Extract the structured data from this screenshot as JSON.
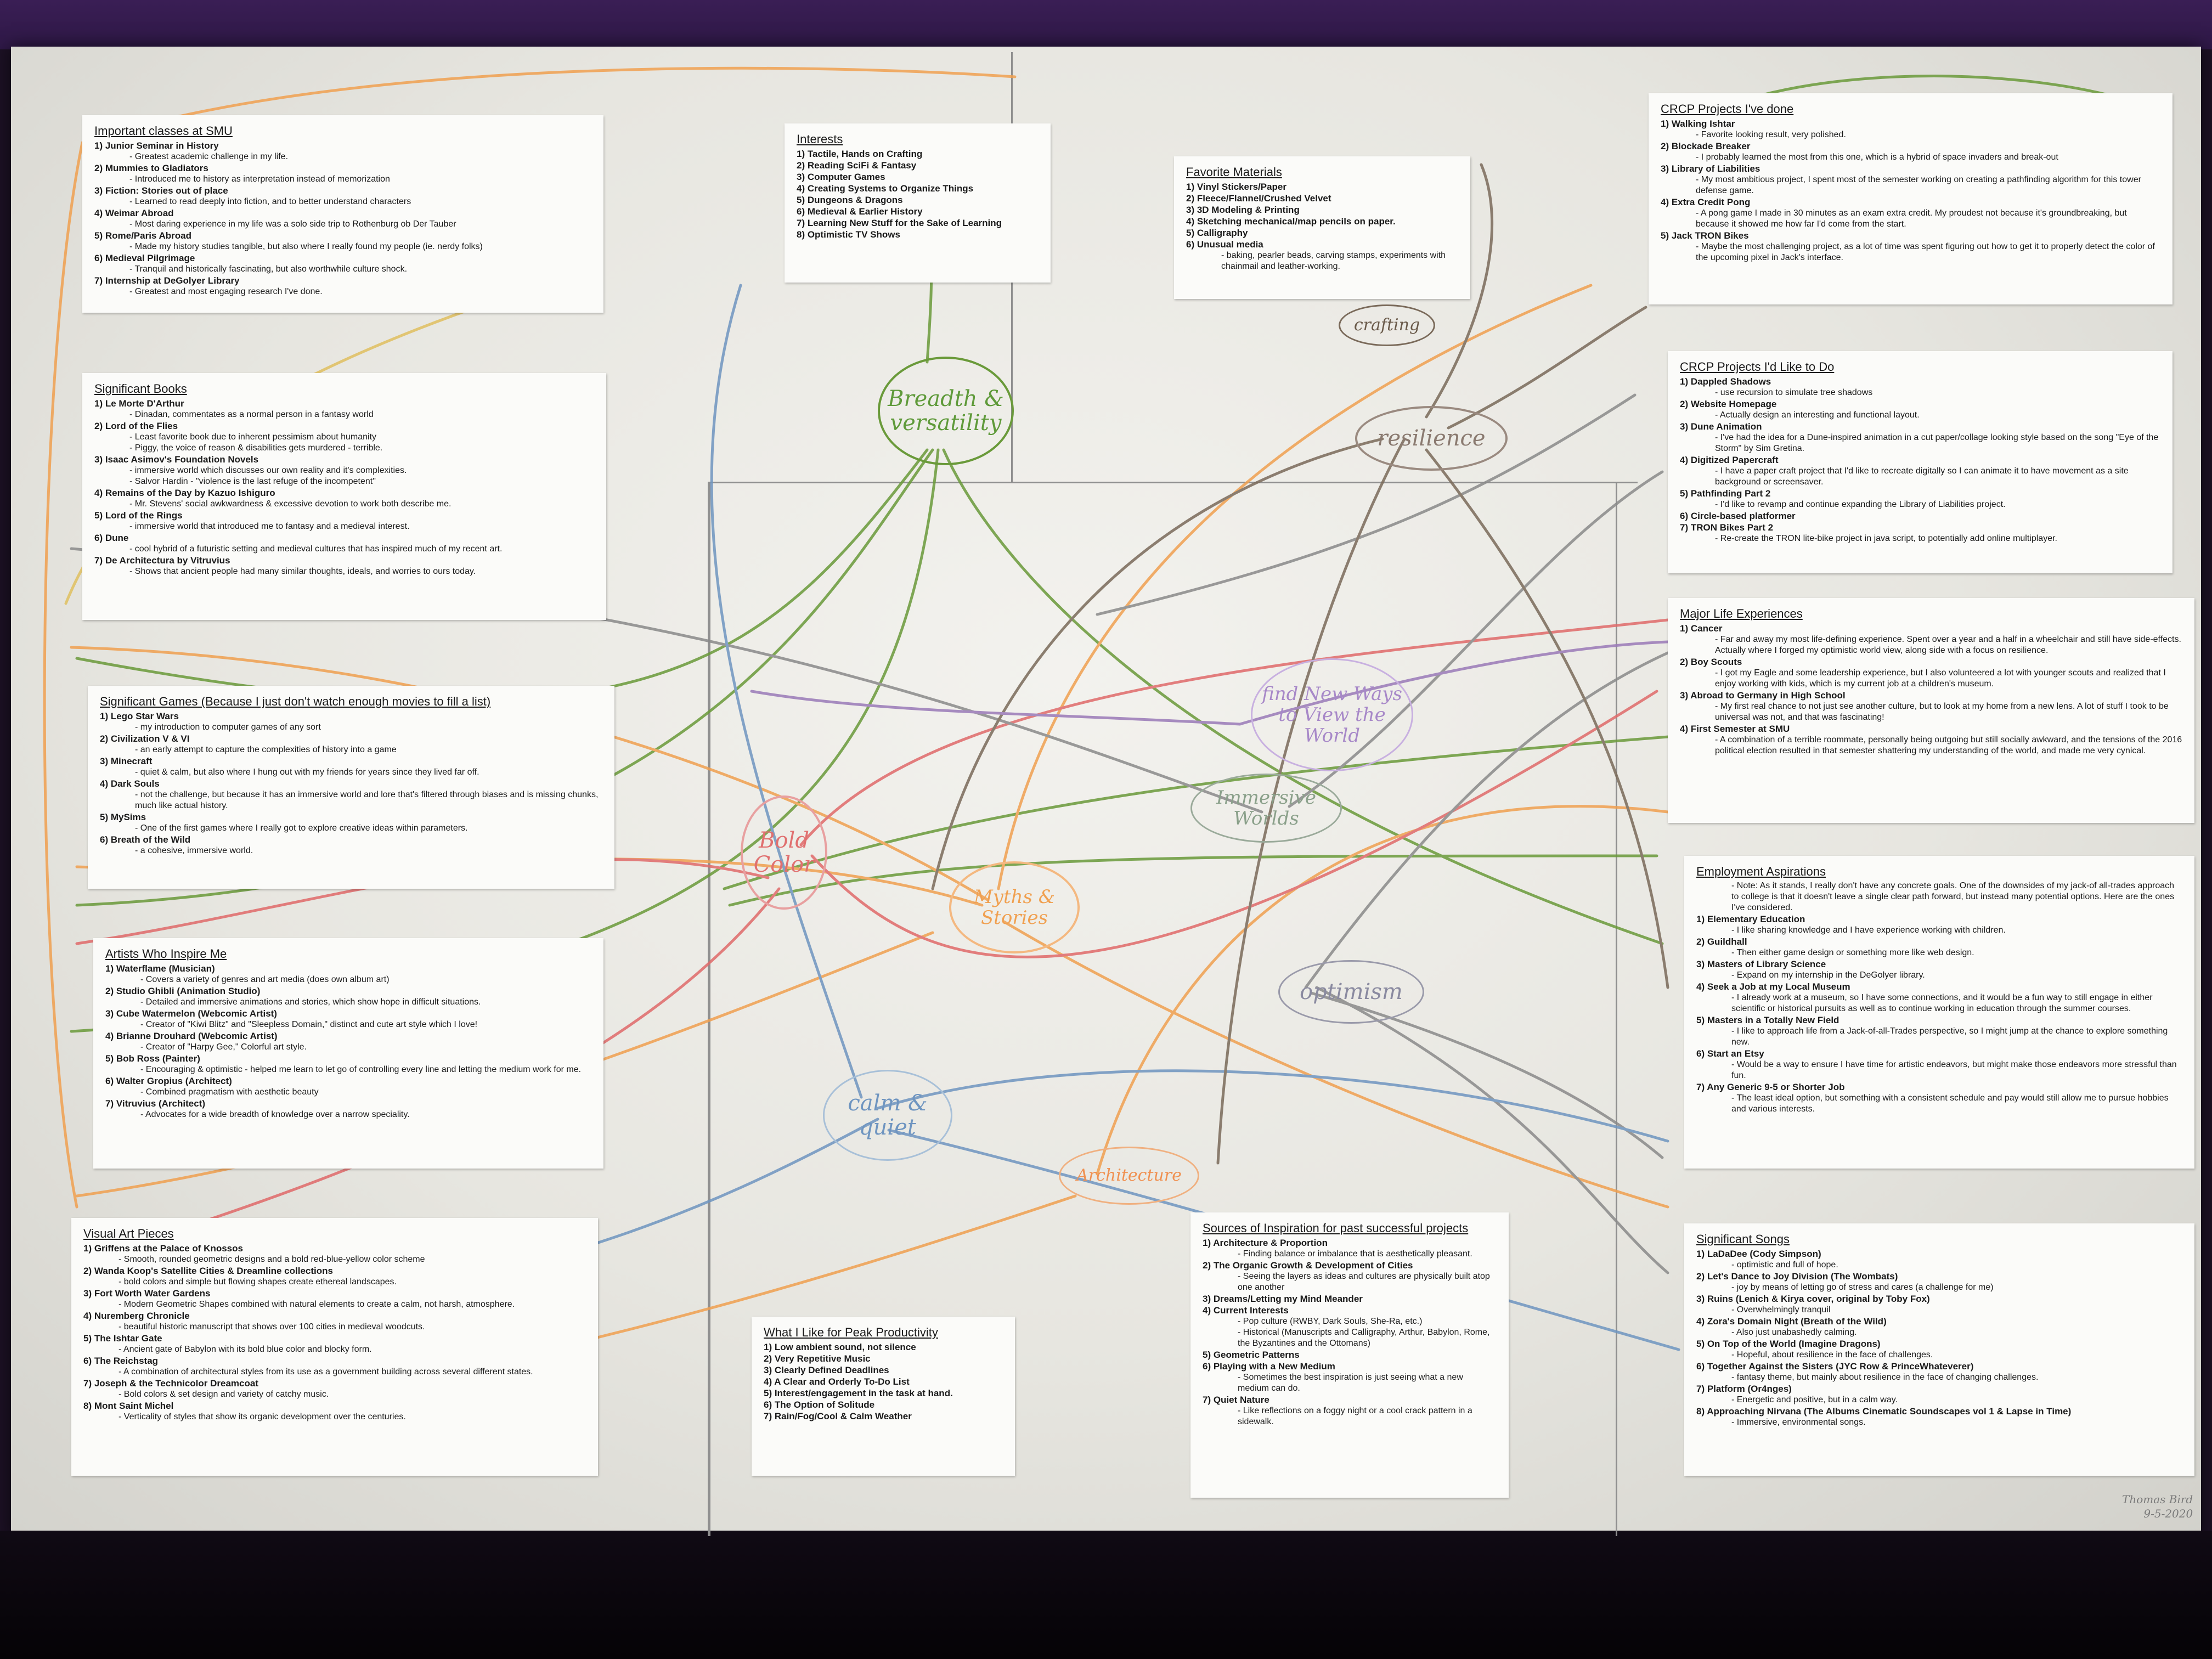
{
  "cards": {
    "classes": {
      "title": "Important classes at SMU",
      "items": [
        {
          "label": "1) Junior Seminar in History",
          "notes": [
            "- Greatest academic challenge in my life."
          ]
        },
        {
          "label": "2) Mummies to Gladiators",
          "notes": [
            "- Introduced me to history as interpretation instead of memorization"
          ]
        },
        {
          "label": "3) Fiction: Stories out of place",
          "notes": [
            "- Learned to read deeply into fiction, and to better understand characters"
          ]
        },
        {
          "label": "4) Weimar Abroad",
          "notes": [
            "- Most daring experience in my life was a solo side trip to Rothenburg ob Der Tauber"
          ]
        },
        {
          "label": "5) Rome/Paris Abroad",
          "notes": [
            "- Made my history studies tangible, but also where I really found my people (ie. nerdy folks)"
          ]
        },
        {
          "label": "6) Medieval Pilgrimage",
          "notes": [
            "- Tranquil and historically fascinating, but also worthwhile culture shock."
          ]
        },
        {
          "label": "7) Internship at DeGolyer Library",
          "notes": [
            "- Greatest and most engaging research I've done."
          ]
        }
      ]
    },
    "interests": {
      "title": "Interests",
      "items": [
        {
          "label": "1) Tactile, Hands on Crafting",
          "notes": []
        },
        {
          "label": "2) Reading SciFi & Fantasy",
          "notes": []
        },
        {
          "label": "3) Computer Games",
          "notes": []
        },
        {
          "label": "4) Creating Systems to Organize Things",
          "notes": []
        },
        {
          "label": "5) Dungeons & Dragons",
          "notes": []
        },
        {
          "label": "6) Medieval & Earlier History",
          "notes": []
        },
        {
          "label": "7) Learning New Stuff for the Sake of Learning",
          "notes": []
        },
        {
          "label": "8) Optimistic TV Shows",
          "notes": []
        }
      ]
    },
    "materials": {
      "title": "Favorite Materials",
      "items": [
        {
          "label": "1) Vinyl Stickers/Paper",
          "notes": []
        },
        {
          "label": "2) Fleece/Flannel/Crushed Velvet",
          "notes": []
        },
        {
          "label": "3) 3D Modeling & Printing",
          "notes": []
        },
        {
          "label": "4) Sketching mechanical/map pencils on paper.",
          "notes": []
        },
        {
          "label": "5) Calligraphy",
          "notes": []
        },
        {
          "label": "6) Unusual media",
          "notes": [
            "- baking, pearler beads, carving stamps, experiments with chainmail and leather-working."
          ]
        }
      ]
    },
    "crcp_done": {
      "title": "CRCP Projects I've done",
      "items": [
        {
          "label": "1) Walking Ishtar",
          "notes": [
            "- Favorite looking result, very polished."
          ]
        },
        {
          "label": "2) Blockade Breaker",
          "notes": [
            "- I probably learned the most from this one, which is a hybrid of space invaders and break-out"
          ]
        },
        {
          "label": "3) Library of Liabilities",
          "notes": [
            "- My most ambitious project, I spent most of the semester working on creating a pathfinding algorithm for this tower defense game."
          ]
        },
        {
          "label": "4) Extra Credit Pong",
          "notes": [
            "- A pong game I made in 30 minutes as an exam extra credit. My proudest not because it's groundbreaking, but because it showed me how far I'd come from the start."
          ]
        },
        {
          "label": "5) Jack TRON Bikes",
          "notes": [
            "- Maybe the most challenging project, as a lot of time was spent figuring out how to get it to properly detect the color of the upcoming pixel in Jack's interface."
          ]
        }
      ]
    },
    "crcp_todo": {
      "title": "CRCP Projects I'd Like to Do",
      "items": [
        {
          "label": "1) Dappled Shadows",
          "notes": [
            "- use recursion to simulate tree shadows"
          ]
        },
        {
          "label": "2) Website Homepage",
          "notes": [
            "- Actually design an interesting and functional layout."
          ]
        },
        {
          "label": "3) Dune Animation",
          "notes": [
            "- I've had the idea for a Dune-inspired animation in a cut paper/collage looking style based on the song \"Eye of the Storm\" by Sim Gretina."
          ]
        },
        {
          "label": "4) Digitized Papercraft",
          "notes": [
            "- I have a paper craft project that I'd like to recreate digitally so I can animate it to have movement as a site background or screensaver."
          ]
        },
        {
          "label": "5) Pathfinding Part 2",
          "notes": [
            "- I'd like to revamp and continue expanding the Library of Liabilities project."
          ]
        },
        {
          "label": "6) Circle-based platformer",
          "notes": []
        },
        {
          "label": "7) TRON Bikes Part 2",
          "notes": [
            "- Re-create the TRON lite-bike project in java script, to potentially add online multiplayer."
          ]
        }
      ]
    },
    "books": {
      "title": "Significant Books",
      "items": [
        {
          "label": "1) Le Morte D'Arthur",
          "notes": [
            "- Dinadan, commentates as a normal person in a fantasy world"
          ]
        },
        {
          "label": "2) Lord of the Flies",
          "notes": [
            "- Least favorite book due to inherent pessimism about humanity",
            "- Piggy, the voice of reason & disabilities gets murdered - terrible."
          ]
        },
        {
          "label": "3) Isaac Asimov's Foundation Novels",
          "notes": [
            "- immersive world which discusses our own reality and it's complexities.",
            "- Salvor Hardin - \"violence is the last refuge of the incompetent\""
          ]
        },
        {
          "label": "4) Remains of the Day by Kazuo Ishiguro",
          "notes": [
            "- Mr. Stevens' social awkwardness & excessive devotion to work both describe me."
          ]
        },
        {
          "label": "5) Lord of the Rings",
          "notes": [
            "- immersive world that introduced me to fantasy and a medieval interest."
          ]
        },
        {
          "label": "6) Dune",
          "notes": [
            "- cool hybrid of a futuristic setting and medieval cultures that has inspired much of my recent art."
          ]
        },
        {
          "label": "7) De Architectura by Vitruvius",
          "notes": [
            "- Shows that ancient people had many similar thoughts, ideals, and worries to ours today."
          ]
        }
      ]
    },
    "life": {
      "title": "Major Life Experiences",
      "items": [
        {
          "label": "1) Cancer",
          "notes": [
            "- Far and away my most life-defining experience. Spent over a year and a half in a wheelchair and still have side-effects. Actually where I forged my optimistic world view, along side with a focus on resilience."
          ]
        },
        {
          "label": "2) Boy Scouts",
          "notes": [
            "- I got my Eagle and some leadership experience, but I also volunteered a lot with younger scouts and realized that I enjoy working with kids, which is my current job at a children's museum."
          ]
        },
        {
          "label": "3) Abroad to Germany in High School",
          "notes": [
            "- My first real chance to not just see another culture, but to look at my home from a new lens. A lot of stuff I took to be universal was not, and that was fascinating!"
          ]
        },
        {
          "label": "4) First Semester at SMU",
          "notes": [
            "- A combination of a terrible roommate, personally being outgoing but still socially awkward, and the tensions of the 2016 political election resulted in that semester shattering my understanding of the world, and made me very cynical."
          ]
        }
      ]
    },
    "games": {
      "title": "Significant Games (Because I just don't watch enough movies to fill a list)",
      "items": [
        {
          "label": "1) Lego Star Wars",
          "notes": [
            "- my introduction to computer games of any sort"
          ]
        },
        {
          "label": "2) Civilization V & VI",
          "notes": [
            "- an early attempt to capture the complexities of history into a game"
          ]
        },
        {
          "label": "3) Minecraft",
          "notes": [
            "- quiet & calm, but also where I hung out with my friends for years since they lived far off."
          ]
        },
        {
          "label": "4) Dark Souls",
          "notes": [
            "- not the challenge, but because it has an immersive world and lore that's filtered through biases and is missing chunks, much like actual history."
          ]
        },
        {
          "label": "5) MySims",
          "notes": [
            "- One of the first games where I really got to explore creative ideas within parameters."
          ]
        },
        {
          "label": "6) Breath of the Wild",
          "notes": [
            "- a cohesive, immersive world."
          ]
        }
      ]
    },
    "employment": {
      "title": "Employment Aspirations",
      "intro": "- Note: As it stands, I really don't have any concrete goals. One of the downsides of my jack-of all-trades approach to college is that it doesn't leave a single clear path forward, but instead many potential options. Here are the ones I've considered.",
      "items": [
        {
          "label": "1) Elementary Education",
          "notes": [
            "- I like sharing knowledge and I have experience working with children."
          ]
        },
        {
          "label": "2) Guildhall",
          "notes": [
            "- Then either game design or something more like web design."
          ]
        },
        {
          "label": "3) Masters of Library Science",
          "notes": [
            "- Expand on my internship in the DeGolyer library."
          ]
        },
        {
          "label": "4) Seek a Job at my Local Museum",
          "notes": [
            "- I already work at a museum, so I have some connections, and it would be a fun way to still engage in either scientific or historical pursuits as well as to continue working in education through the summer courses."
          ]
        },
        {
          "label": "5) Masters in a Totally New Field",
          "notes": [
            "- I like to approach life from a Jack-of-all-Trades perspective, so I might jump at the chance to explore something new."
          ]
        },
        {
          "label": "6) Start an Etsy",
          "notes": [
            "- Would be a way to ensure I have time for artistic endeavors, but might make those endeavors more stressful than fun."
          ]
        },
        {
          "label": "7) Any Generic 9-5 or Shorter Job",
          "notes": [
            "- The least ideal option, but something with a consistent schedule and pay would still allow me to pursue hobbies and various interests."
          ]
        }
      ]
    },
    "artists": {
      "title": "Artists Who Inspire Me",
      "items": [
        {
          "label": "1) Waterflame (Musician)",
          "notes": [
            "- Covers a variety of genres and art media (does own album art)"
          ]
        },
        {
          "label": "2) Studio Ghibli (Animation Studio)",
          "notes": [
            "- Detailed and immersive animations and stories, which show hope in difficult situations."
          ]
        },
        {
          "label": "3) Cube Watermelon (Webcomic Artist)",
          "notes": [
            "- Creator of \"Kiwi Blitz\" and \"Sleepless Domain,\" distinct and cute art style which I love!"
          ]
        },
        {
          "label": "4) Brianne Drouhard (Webcomic Artist)",
          "notes": [
            "- Creator of \"Harpy Gee,\" Colorful art style."
          ]
        },
        {
          "label": "5) Bob Ross (Painter)",
          "notes": [
            "- Encouraging & optimistic - helped me learn to let go of controlling every line and letting the medium work for me."
          ]
        },
        {
          "label": "6) Walter Gropius (Architect)",
          "notes": [
            "- Combined pragmatism with aesthetic beauty"
          ]
        },
        {
          "label": "7) Vitruvius (Architect)",
          "notes": [
            "- Advocates for a wide breadth of knowledge over a narrow speciality."
          ]
        }
      ]
    },
    "visual": {
      "title": "Visual Art Pieces",
      "items": [
        {
          "label": "1) Griffens at the Palace of Knossos",
          "notes": [
            "- Smooth, rounded geometric designs and a bold red-blue-yellow color scheme"
          ]
        },
        {
          "label": "2) Wanda Koop's Satellite Cities & Dreamline collections",
          "notes": [
            "- bold colors and simple but flowing shapes create ethereal landscapes."
          ]
        },
        {
          "label": "3) Fort Worth Water Gardens",
          "notes": [
            "- Modern Geometric Shapes combined with natural elements to create a calm, not harsh, atmosphere."
          ]
        },
        {
          "label": "4) Nuremberg Chronicle",
          "notes": [
            "- beautiful historic manuscript that shows over 100 cities in medieval woodcuts."
          ]
        },
        {
          "label": "5) The Ishtar Gate",
          "notes": [
            "- Ancient gate of Babylon with its bold blue color and blocky form."
          ]
        },
        {
          "label": "6) The Reichstag",
          "notes": [
            "- A combination of architectural styles from its use as a government building across several different states."
          ]
        },
        {
          "label": "7) Joseph & the Technicolor Dreamcoat",
          "notes": [
            "- Bold colors & set design and variety of catchy music."
          ]
        },
        {
          "label": "8) Mont Saint Michel",
          "notes": [
            "- Verticality of styles that show its organic development over the centuries."
          ]
        }
      ]
    },
    "productivity": {
      "title": "What I Like for Peak Productivity",
      "items": [
        {
          "label": "1) Low ambient sound, not silence",
          "notes": []
        },
        {
          "label": "2) Very Repetitive Music",
          "notes": []
        },
        {
          "label": "3) Clearly Defined Deadlines",
          "notes": []
        },
        {
          "label": "4) A Clear and Orderly To-Do List",
          "notes": []
        },
        {
          "label": "5) Interest/engagement in the task at hand.",
          "notes": []
        },
        {
          "label": "6) The Option of Solitude",
          "notes": []
        },
        {
          "label": "7) Rain/Fog/Cool & Calm Weather",
          "notes": []
        }
      ]
    },
    "sources": {
      "title": "Sources of Inspiration for past successful projects",
      "items": [
        {
          "label": "1) Architecture & Proportion",
          "notes": [
            "- Finding balance or imbalance that is aesthetically pleasant."
          ]
        },
        {
          "label": "2) The Organic Growth & Development of Cities",
          "notes": [
            "- Seeing the layers as ideas and cultures are physically built atop one another"
          ]
        },
        {
          "label": "3) Dreams/Letting my Mind Meander",
          "notes": []
        },
        {
          "label": "4) Current Interests",
          "notes": [
            "- Pop culture (RWBY, Dark Souls, She-Ra, etc.)",
            "- Historical (Manuscripts and Calligraphy, Arthur, Babylon, Rome, the Byzantines and the Ottomans)"
          ]
        },
        {
          "label": "5) Geometric Patterns",
          "notes": []
        },
        {
          "label": "6) Playing with a New Medium",
          "notes": [
            "- Sometimes the best inspiration is just seeing what a new medium can do."
          ]
        },
        {
          "label": "7) Quiet Nature",
          "notes": [
            "- Like reflections on a foggy night or a cool crack pattern in a sidewalk."
          ]
        }
      ]
    },
    "songs": {
      "title": "Significant Songs",
      "items": [
        {
          "label": "1) LaDaDee (Cody Simpson)",
          "notes": [
            "- optimistic and full of hope."
          ]
        },
        {
          "label": "2) Let's Dance to Joy Division (The Wombats)",
          "notes": [
            "- joy by means of letting go of stress and cares (a challenge for me)"
          ]
        },
        {
          "label": "3) Ruins (Lenich & Kirya cover, original by Toby Fox)",
          "notes": [
            "- Overwhelmingly tranquil"
          ]
        },
        {
          "label": "4) Zora's Domain Night (Breath of the Wild)",
          "notes": [
            "- Also just unabashedly calming."
          ]
        },
        {
          "label": "5) On Top of the World (Imagine Dragons)",
          "notes": [
            "- Hopeful, about resilience in the face of challenges."
          ]
        },
        {
          "label": "6) Together Against the Sisters (JYC Row & PrinceWhateverer)",
          "notes": [
            "- fantasy theme, but mainly about resilience in the face of changing challenges."
          ]
        },
        {
          "label": "7) Platform (Or4nges)",
          "notes": [
            "- Energetic and positive, but in a calm way."
          ]
        },
        {
          "label": "8) Approaching Nirvana (The Albums Cinematic Soundscapes vol 1 & Lapse in Time)",
          "notes": [
            "- Immersive, environmental songs."
          ]
        }
      ]
    }
  },
  "bubbles": {
    "breadth": "Breadth & versatility",
    "crafting": "crafting",
    "resilience": "resilience",
    "new_ways": "find New Ways to View the World",
    "immersive": "Immersive Worlds",
    "bold": "Bold Color",
    "myths": "Myths & Stories",
    "optimism": "optimism",
    "calm": "calm & quiet",
    "architecture": "Architecture"
  },
  "signature": {
    "name": "Thomas Bird",
    "date": "9-5-2020"
  },
  "colors": {
    "purple_wall": "#3a1e55",
    "poster": "#efeee9",
    "green": "#6a9a3a",
    "orange": "#f0a050",
    "red": "#e06a6a",
    "gray": "#8a8a8a",
    "blue": "#6f95c0",
    "brown": "#7a6a5a",
    "yellow": "#e0c060",
    "lavender": "#9a7ab8"
  }
}
